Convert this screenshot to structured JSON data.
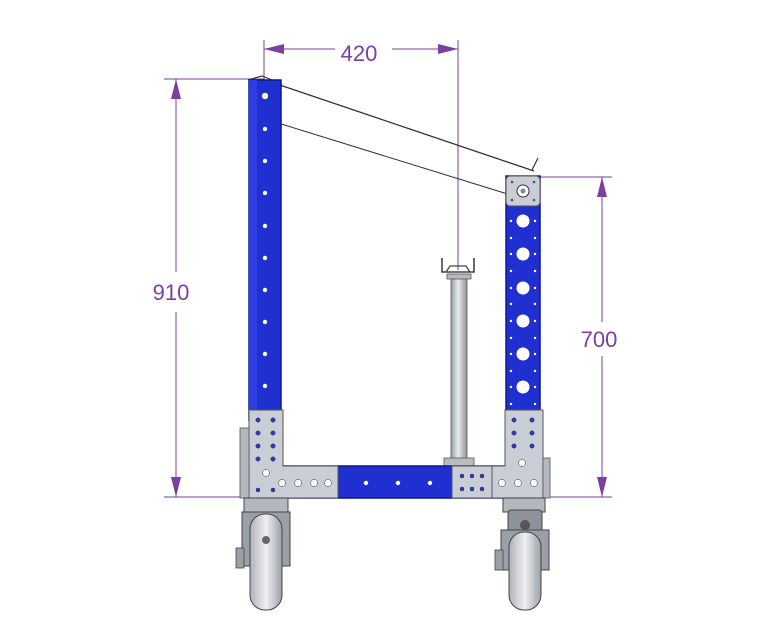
{
  "dimensions": {
    "width_label": "420",
    "height_left_label": "910",
    "height_right_label": "700"
  },
  "colors": {
    "frame_blue": "#1f2fd0",
    "frame_blue_dark": "#0c1890",
    "plate_gray": "#c9ced6",
    "dimension_line": "#7a3fa0",
    "wheel_gray": "#cfd3d8"
  }
}
